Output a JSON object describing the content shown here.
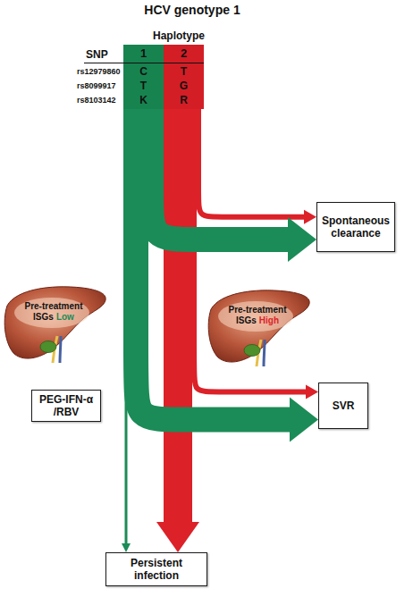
{
  "diagram": {
    "title": "HCV genotype 1",
    "nodes": [
      {
        "text": [
          "1",
          "C",
          "T",
          "K"
        ]
      },
      {
        "text": [
          "2",
          "T",
          "G",
          "R"
        ]
      },
      {
        "text": [
          "Spontaneous clearance"
        ]
      },
      {
        "text": [
          "PEG-IFN-α /RBV"
        ]
      },
      {
        "text": [
          "SVR"
        ]
      },
      {
        "text": [
          "Persistent infection"
        ]
      }
    ],
    "edges": [
      {
        "from": 0,
        "to": 2,
        "arrow": "to"
      },
      {
        "from": 1,
        "to": 2,
        "arrow": "to"
      },
      {
        "from": 0,
        "to": 4,
        "arrow": "to"
      },
      {
        "from": 1,
        "to": 4,
        "arrow": "to"
      },
      {
        "from": 0,
        "to": 5,
        "arrow": "to"
      },
      {
        "from": 1,
        "to": 5,
        "arrow": "to"
      }
    ],
    "labels": [
      "Haplotype",
      "SNP",
      "rs12979860",
      "rs8099917",
      "rs8103142",
      "Pre-treatment ISGs",
      "Low",
      "Pre-treatment ISGs",
      "High"
    ]
  }
}
